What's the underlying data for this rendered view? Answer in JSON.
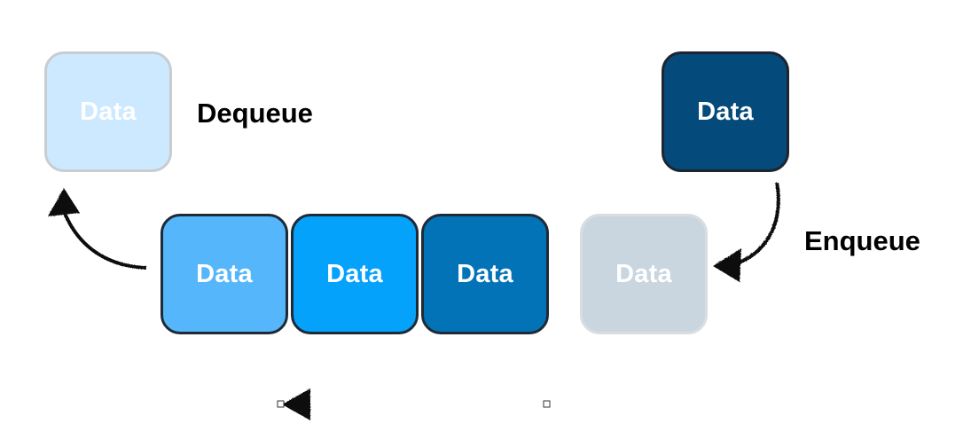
{
  "diagram": {
    "dequeued_box": {
      "label": "Data",
      "color": "#cce9ff"
    },
    "incoming_box": {
      "label": "Data",
      "color": "#044a7b"
    },
    "queue_boxes": [
      {
        "label": "Data",
        "color": "#55b6fb"
      },
      {
        "label": "Data",
        "color": "#05a2fc"
      },
      {
        "label": "Data",
        "color": "#0373b7"
      }
    ],
    "placeholder_box": {
      "label": "Data",
      "color": "#c9d6e0"
    },
    "dequeue_label": "Dequeue",
    "enqueue_label": "Enqueue"
  }
}
